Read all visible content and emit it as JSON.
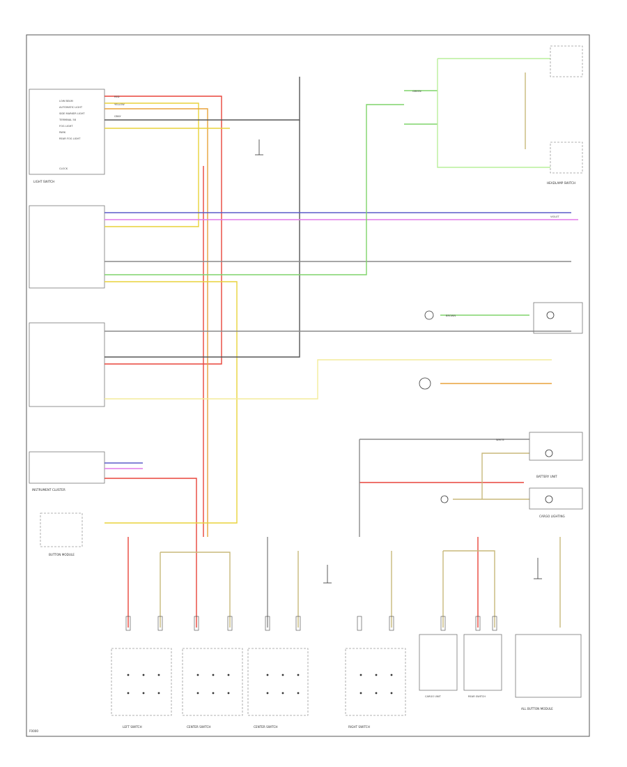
{
  "modules": {
    "light_switch": "LIGHT SWITCH",
    "instrument_cluster": "INSTRUMENT CLUSTER",
    "button_module": "BUTTON MODULE",
    "headlamp_switch": "HEADLAMP SWITCH",
    "battery_unit": "BATTERY UNIT",
    "cargo_lighting": "CARGO LIGHTING",
    "left_switch": "LEFT SWITCH",
    "center_switch_1": "CENTER SWITCH",
    "center_switch_2": "CENTER SWITCH",
    "right_switch": "RIGHT SWITCH",
    "cargo_unit": "CARGO UNIT",
    "rear_switch": "REAR SWITCH",
    "all_button_module": "ALL BUTTON MODULE"
  },
  "light_switch_pins": [
    "LOW BEAM",
    "AUTOMATIC LIGHT",
    "SIDE MARKER LIGHT",
    "TERMINAL 58",
    "FOG LIGHT",
    "PARK",
    "REAR FOG LIGHT",
    "CLOCK"
  ],
  "wire_labels": {
    "red": "RED",
    "yellow": "YELLOW",
    "green": "GREEN",
    "white": "WHITE",
    "brown": "BROWN",
    "violet": "VIOLET",
    "gray": "GRAY"
  },
  "colors": {
    "red": "#e8443a",
    "yellow": "#e8d23a",
    "orange": "#e8a23a",
    "green": "#7fd46a",
    "light_green": "#b9ef9a",
    "gray": "#8a8a8a",
    "dark_gray": "#555555",
    "violet": "#e27ae8",
    "blue": "#5a5ac8",
    "olive": "#c8b87a",
    "light_yellow": "#f3ec9a"
  },
  "footer": "F0000"
}
